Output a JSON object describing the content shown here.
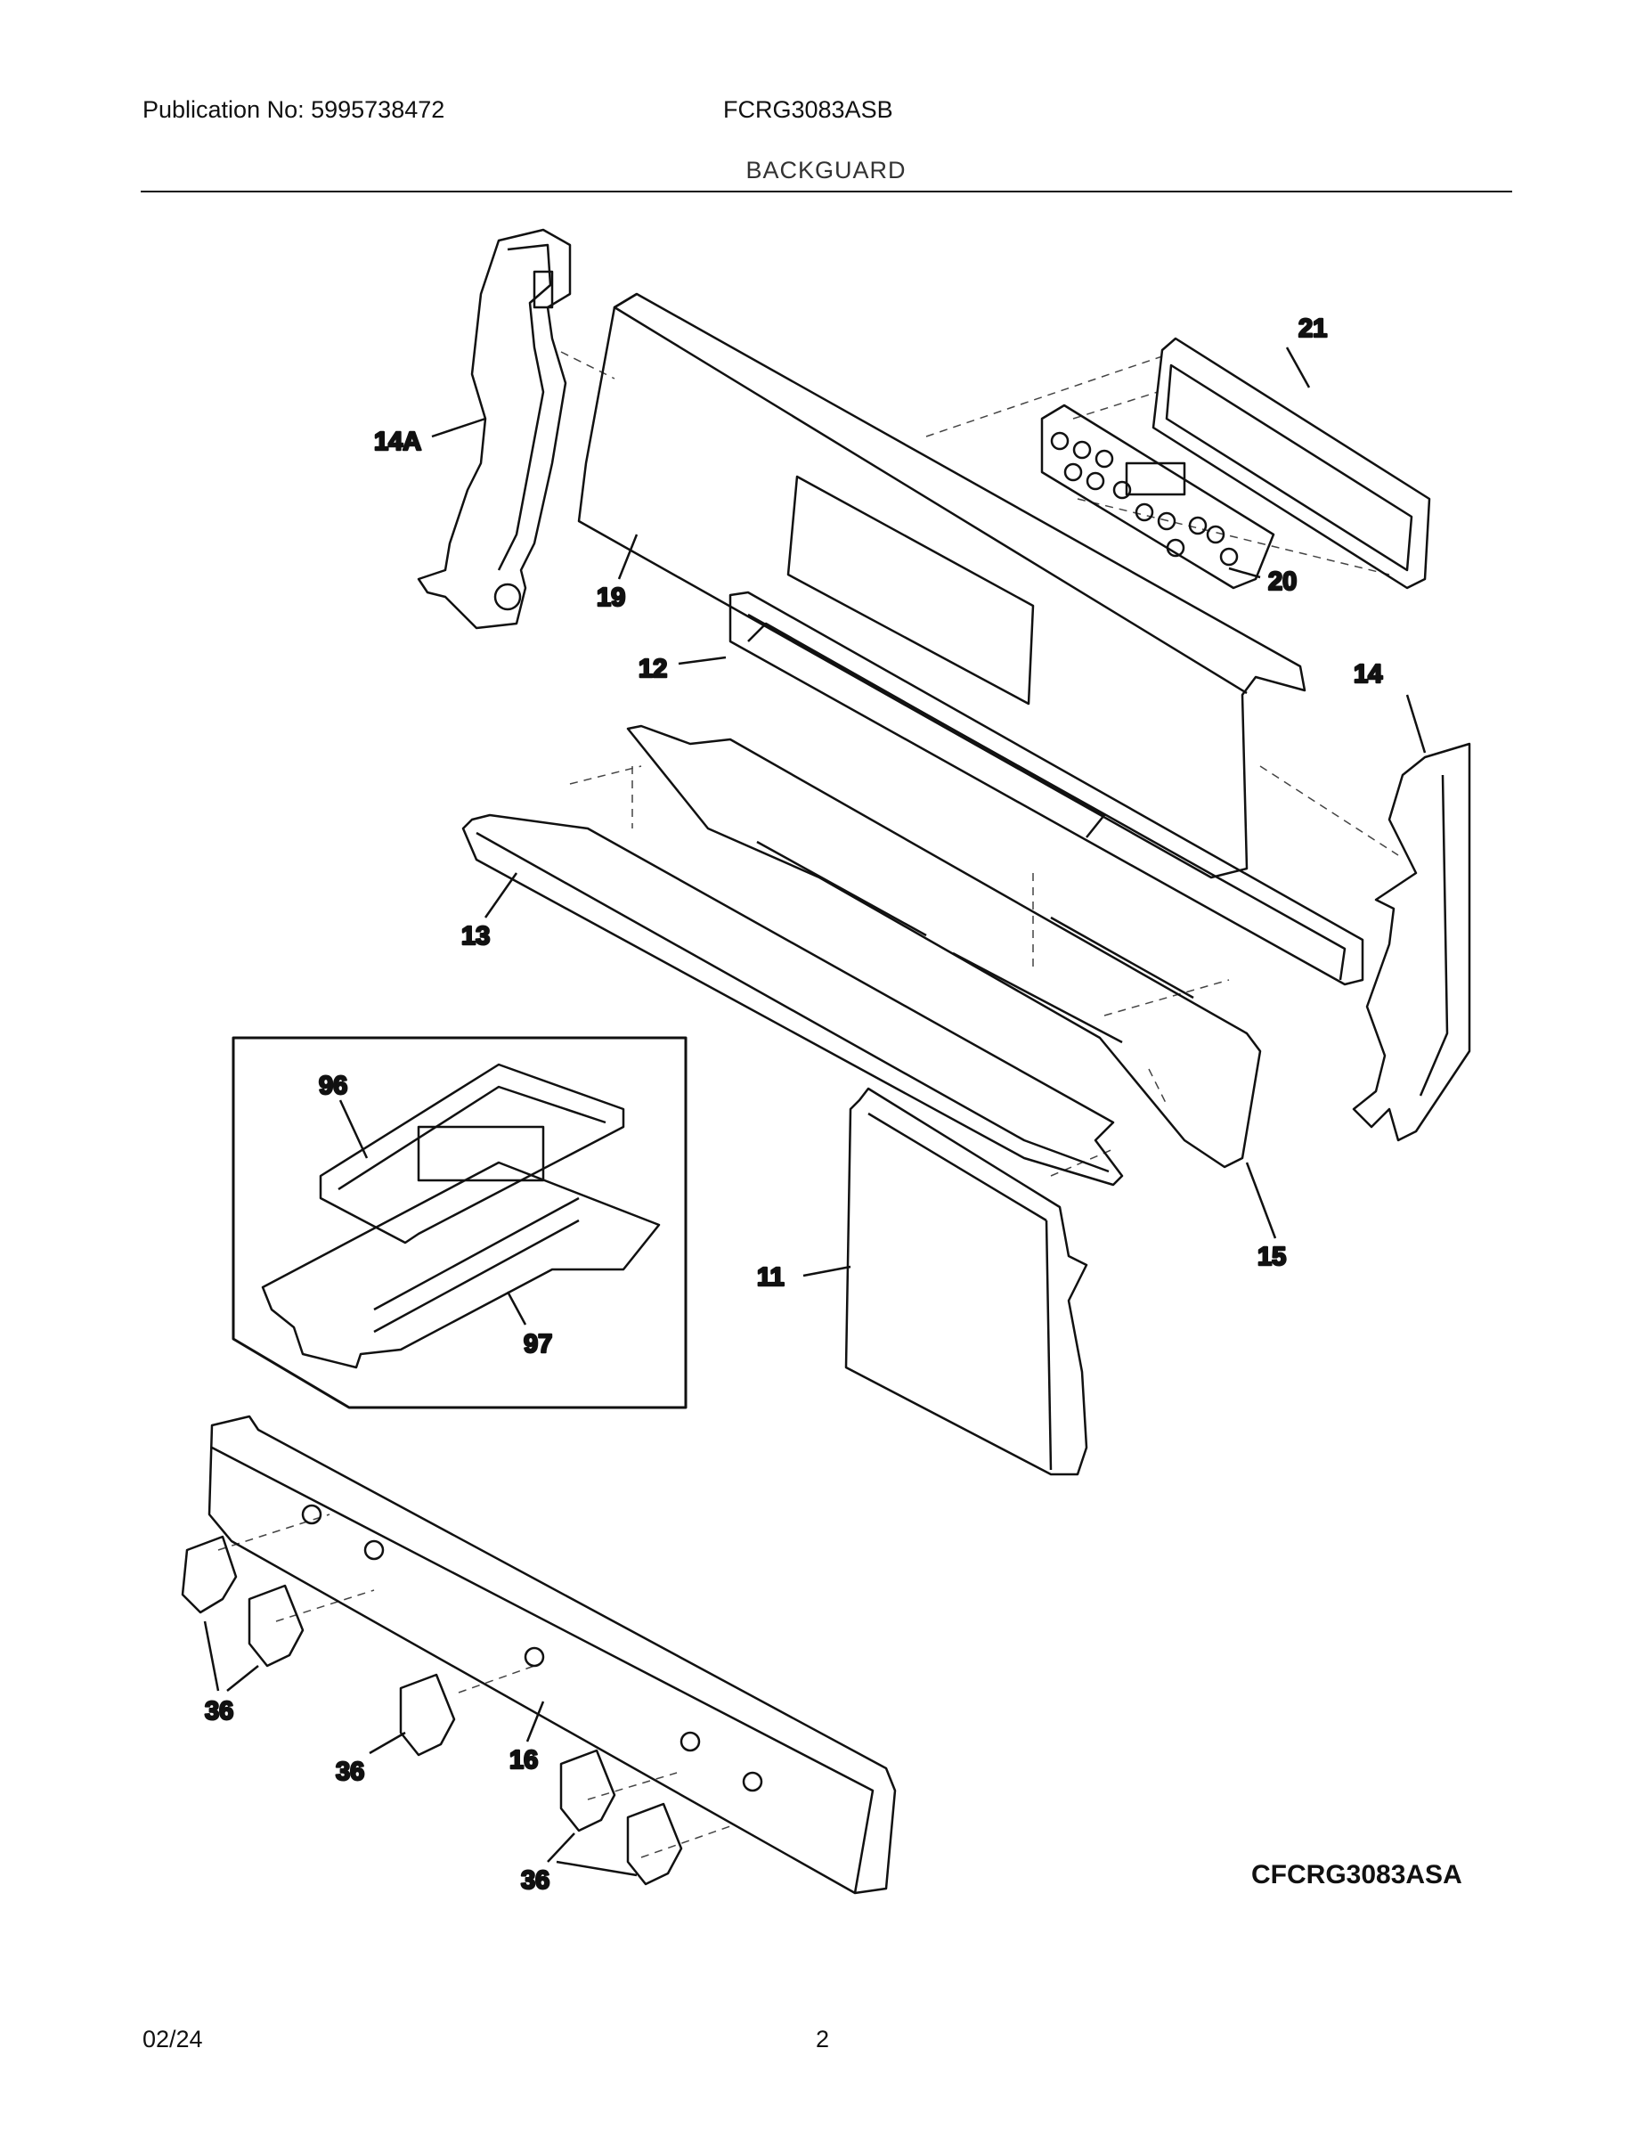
{
  "header": {
    "publication": "Publication No: 5995738472",
    "model": "FCRG3083ASB",
    "section_title": "BACKGUARD"
  },
  "callouts": {
    "c14A": "14A",
    "c19": "19",
    "c21": "21",
    "c20": "20",
    "c12": "12",
    "c14": "14",
    "c13": "13",
    "c96": "96",
    "c97": "97",
    "c11": "11",
    "c15": "15",
    "c36a": "36",
    "c36b": "36",
    "c36c": "36",
    "c16": "16"
  },
  "diagram_code": "CFCRG3083ASA",
  "footer": {
    "date": "02/24",
    "page": "2"
  }
}
